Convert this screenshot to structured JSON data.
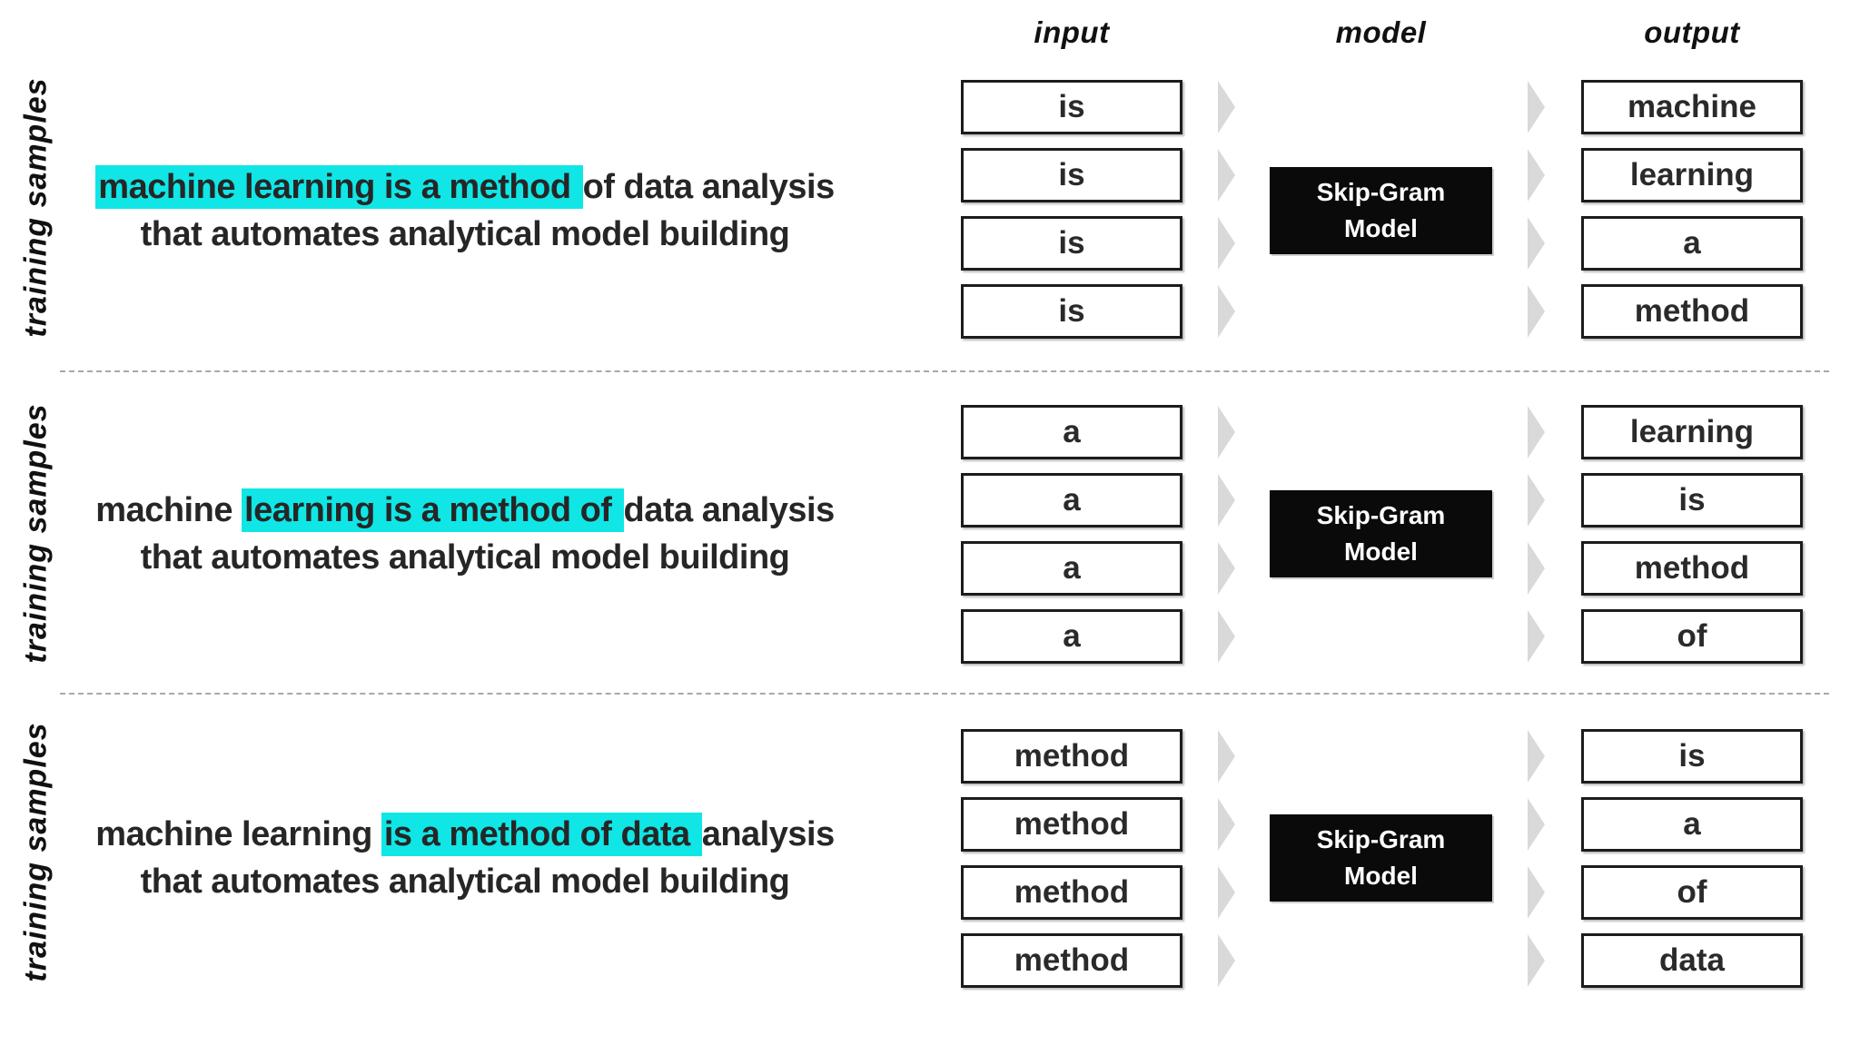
{
  "headers": {
    "input": "input",
    "model": "model",
    "output": "output"
  },
  "model": {
    "line1": "Skip-Gram",
    "line2": "Model"
  },
  "rows": [
    {
      "side_label": "training samples",
      "sentence": {
        "pre": "",
        "highlight": "machine learning is a method ",
        "post": "of data analysis",
        "line2": "that automates analytical model building"
      },
      "inputs": [
        "is",
        "is",
        "is",
        "is"
      ],
      "outputs": [
        "machine",
        "learning",
        "a",
        "method"
      ]
    },
    {
      "side_label": "training samples",
      "sentence": {
        "pre": "machine ",
        "highlight": "learning is a method of ",
        "post": "data analysis",
        "line2": "that automates analytical model building"
      },
      "inputs": [
        "a",
        "a",
        "a",
        "a"
      ],
      "outputs": [
        "learning",
        "is",
        "method",
        "of"
      ]
    },
    {
      "side_label": "training samples",
      "sentence": {
        "pre": "machine learning ",
        "highlight": "is a method of data ",
        "post": "analysis",
        "line2": "that automates analytical model building"
      },
      "inputs": [
        "method",
        "method",
        "method",
        "method"
      ],
      "outputs": [
        "is",
        "a",
        "of",
        "data"
      ]
    }
  ],
  "colors": {
    "highlight": "#10e6e6",
    "chevron": "#d9d9d9",
    "box_border": "#1c1c1c",
    "model_bg": "#0a0a0a",
    "divider": "#a8a8a8",
    "text": "#222222"
  }
}
